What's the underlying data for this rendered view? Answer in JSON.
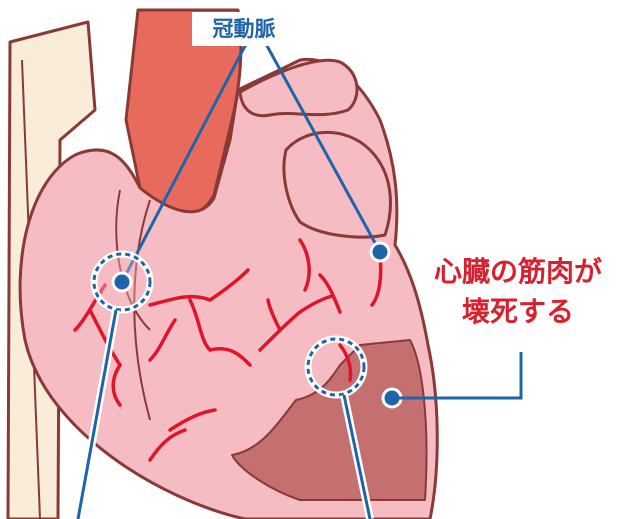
{
  "labels": {
    "coronary_artery": "冠動脈",
    "necrosis_line1": "心臓の筋肉が",
    "necrosis_line2": "壊死する"
  },
  "colors": {
    "heart_fill": "#f5bcc3",
    "heart_outline": "#8a3a36",
    "aorta": "#e86a5c",
    "vessel_pipe": "#f9ecd9",
    "coronary_vessels": "#e0142a",
    "necrotic_area": "#c46f70",
    "pointer_blue": "#1f64a8",
    "label_red": "#d8202e"
  }
}
